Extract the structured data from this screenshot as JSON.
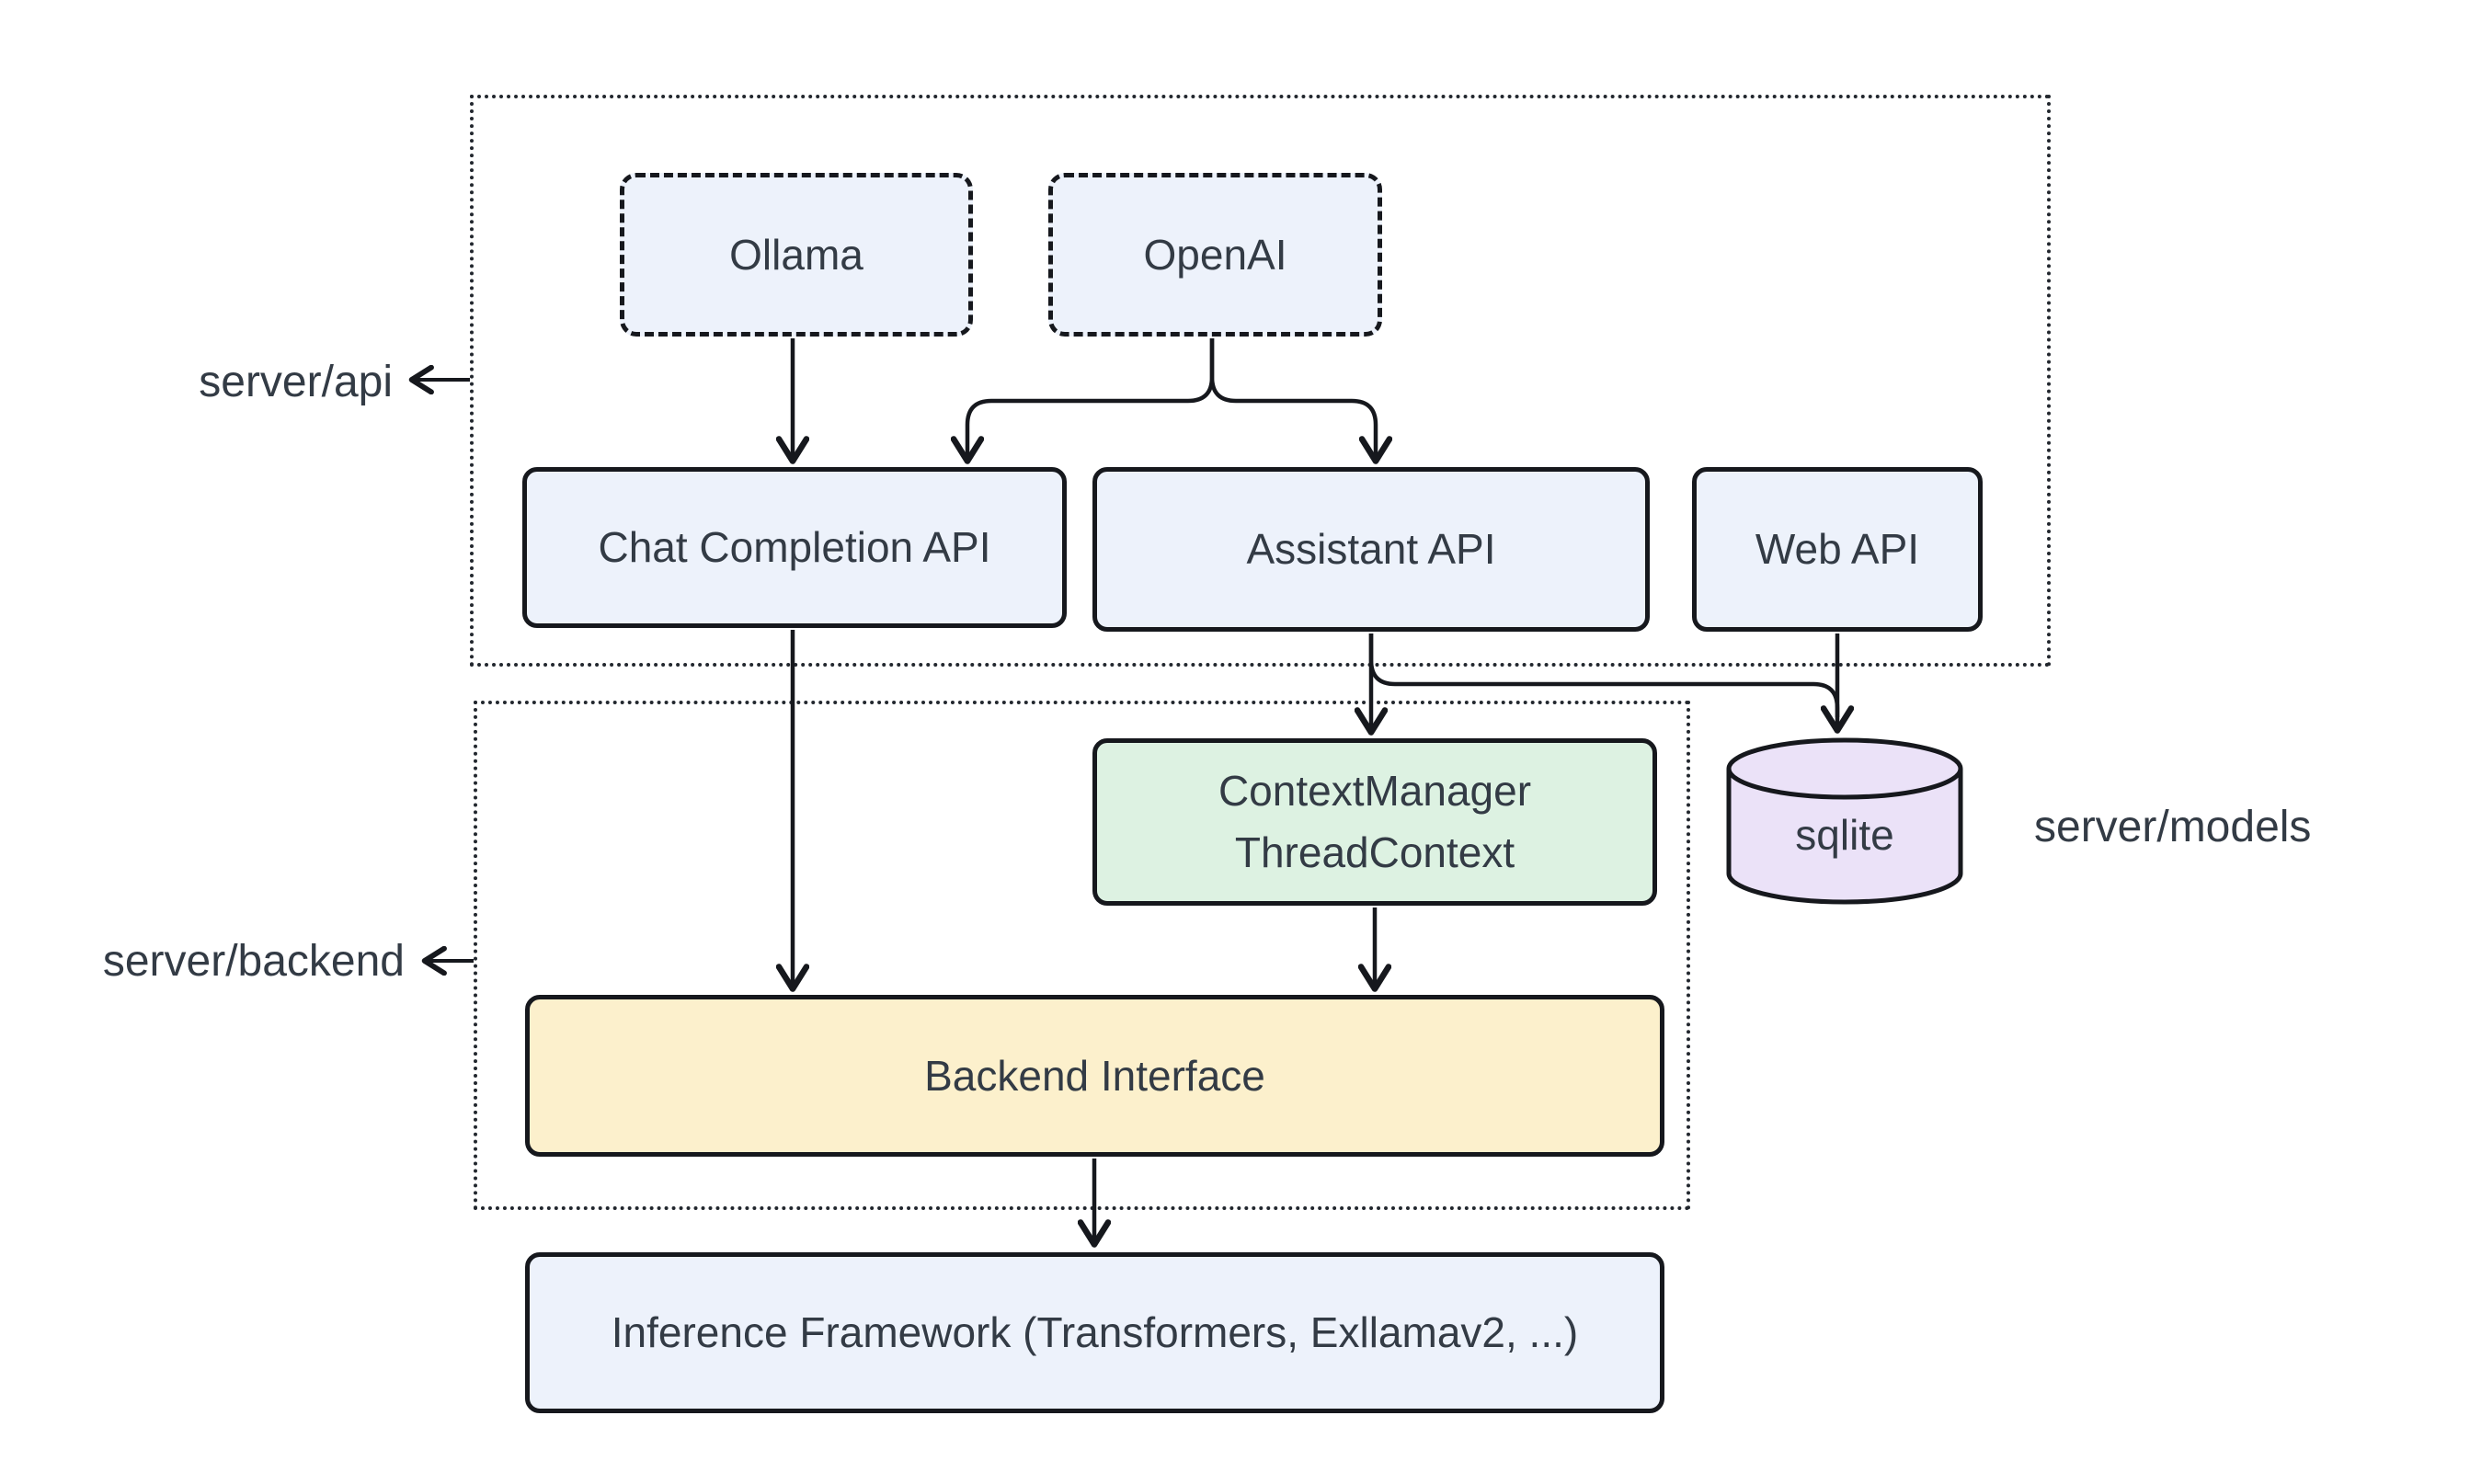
{
  "containers": {
    "api": {
      "label": "server/api"
    },
    "backend": {
      "label": "server/backend"
    }
  },
  "nodes": {
    "ollama": {
      "label": "Ollama"
    },
    "openai": {
      "label": "OpenAI"
    },
    "chat_completion": {
      "label": "Chat Completion API"
    },
    "assistant": {
      "label": "Assistant API"
    },
    "web": {
      "label": "Web API"
    },
    "context_manager": {
      "line1": "ContextManager",
      "line2": "ThreadContext"
    },
    "backend_interface": {
      "label": "Backend Interface"
    },
    "inference": {
      "label": "Inference Framework (Transformers, Exllamav2, ...)"
    },
    "sqlite": {
      "label": "sqlite"
    }
  },
  "annotations": {
    "models": {
      "label": "server/models"
    }
  },
  "edges": [
    {
      "from": "Ollama",
      "to": "Chat Completion API"
    },
    {
      "from": "OpenAI",
      "to": "Chat Completion API"
    },
    {
      "from": "OpenAI",
      "to": "Assistant API"
    },
    {
      "from": "Chat Completion API",
      "to": "Backend Interface"
    },
    {
      "from": "Assistant API",
      "to": "ContextManager ThreadContext"
    },
    {
      "from": "Assistant API",
      "to": "sqlite"
    },
    {
      "from": "Web API",
      "to": "sqlite"
    },
    {
      "from": "ContextManager ThreadContext",
      "to": "Backend Interface"
    },
    {
      "from": "Backend Interface",
      "to": "Inference Framework (Transformers, Exllamav2, ...)"
    }
  ],
  "colors": {
    "node_fill": "#EDF2FB",
    "context_manager_fill": "#DDF2E2",
    "backend_interface_fill": "#FCF0CC",
    "sqlite_fill": "#EBE2F8",
    "stroke": "#16181d",
    "cluster_border": "#22272e",
    "text": "#333B45",
    "background": "#ffffff"
  }
}
